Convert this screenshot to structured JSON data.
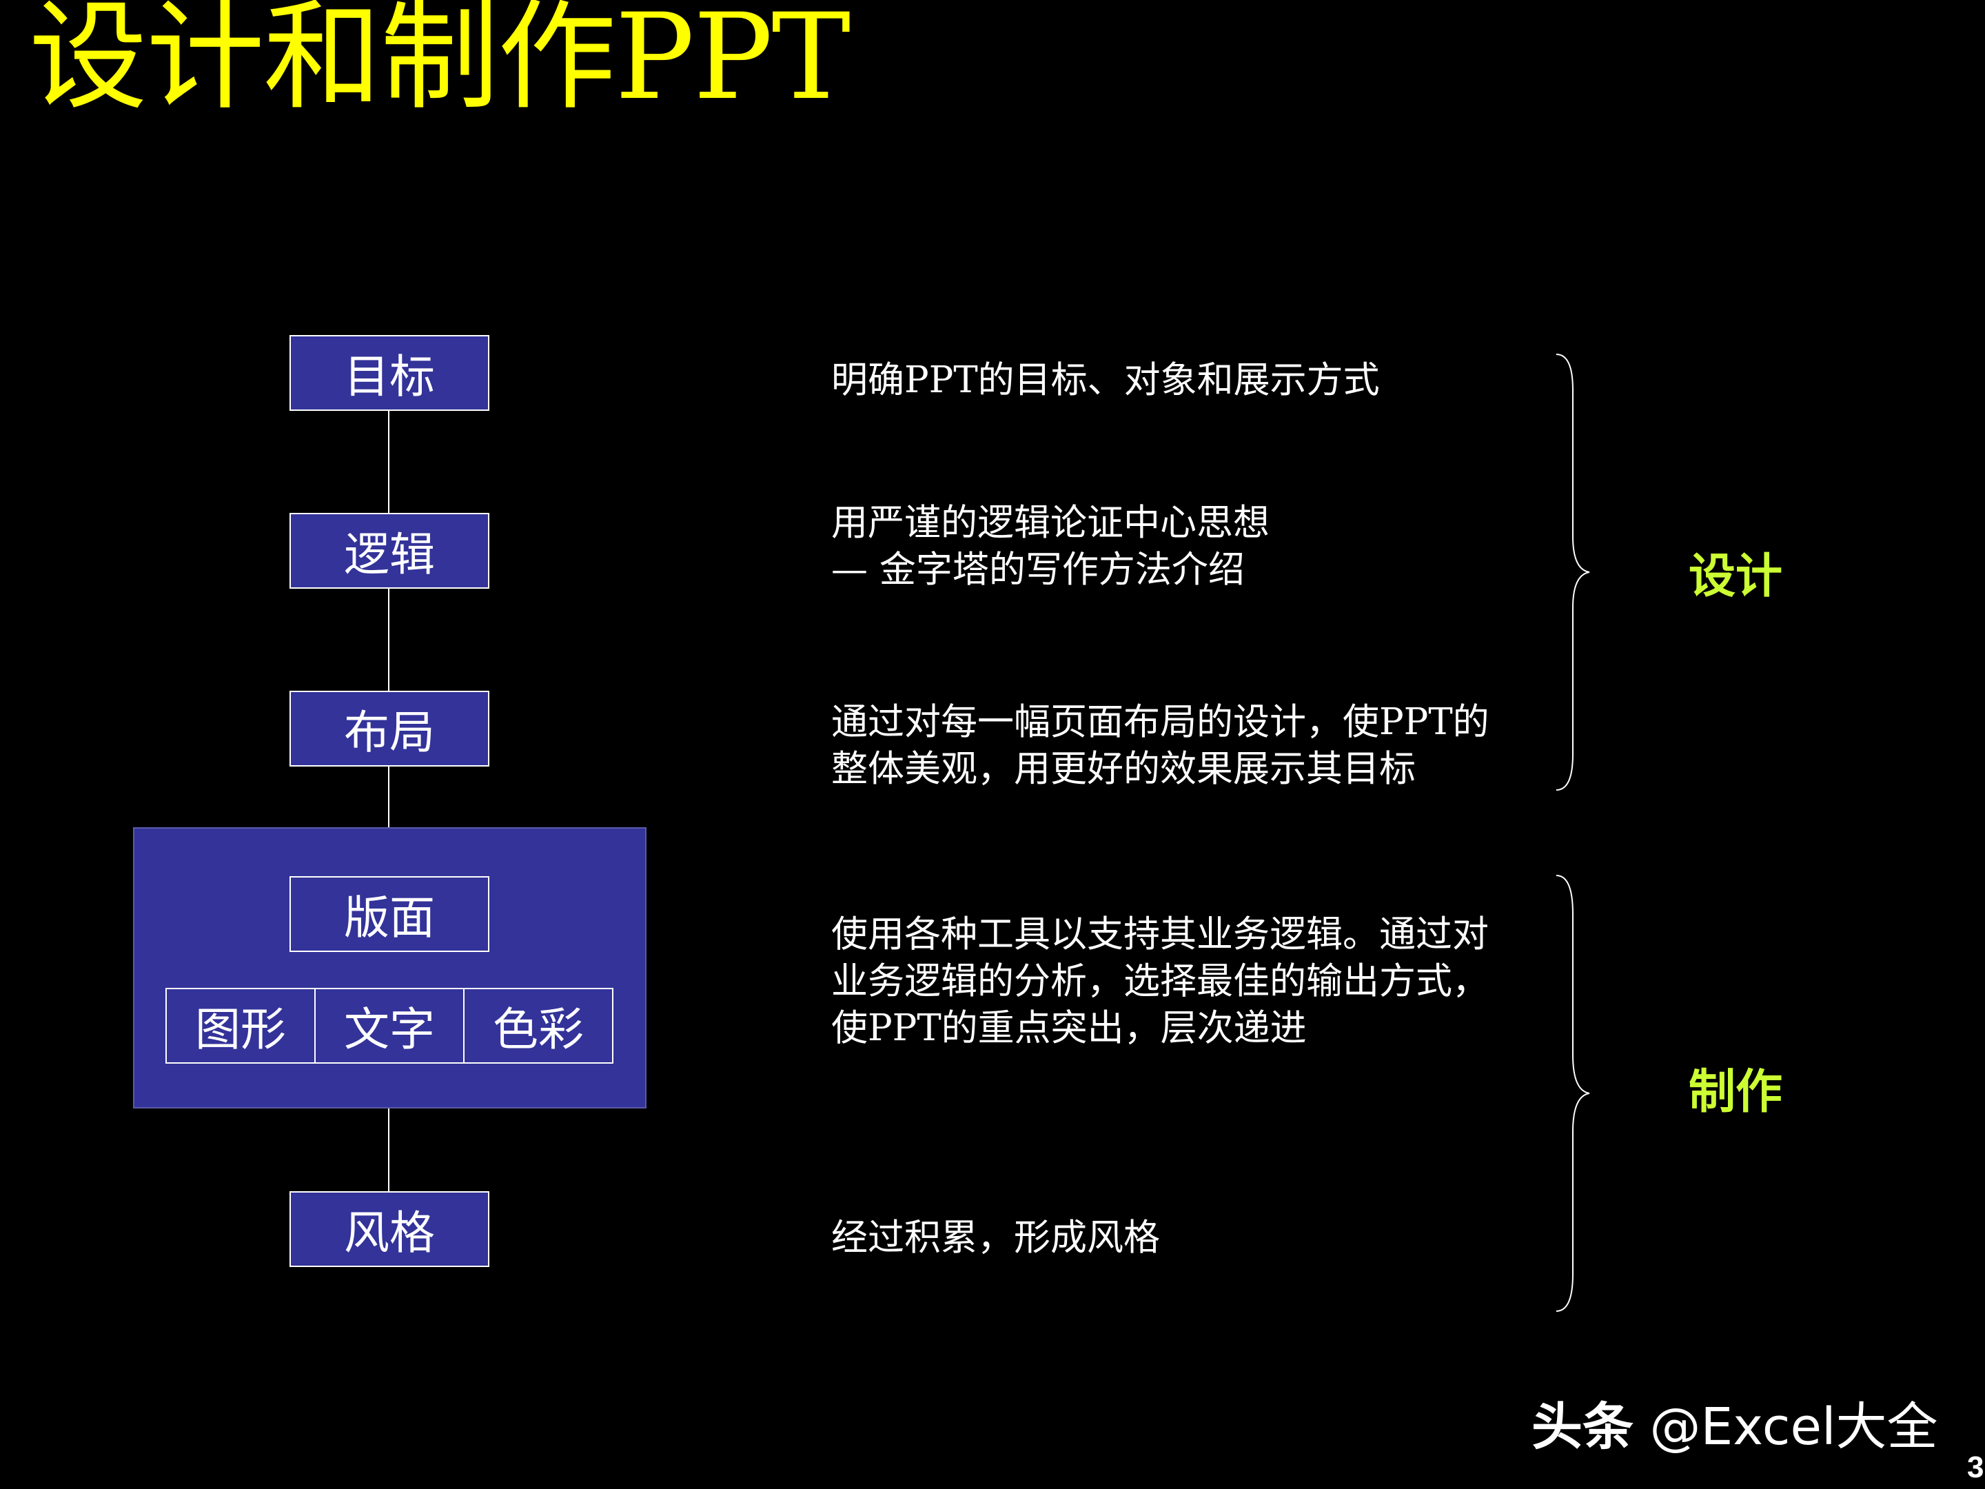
{
  "title": "设计和制作PPT",
  "flow": {
    "boxes": {
      "goal": "目标",
      "logic": "逻辑",
      "layout": "布局",
      "page": "版面",
      "style": "风格"
    },
    "sub_boxes": [
      "图形",
      "文字",
      "色彩"
    ]
  },
  "descriptions": {
    "goal": [
      "明确PPT的目标、对象和展示方式"
    ],
    "logic": [
      "用严谨的逻辑论证中心思想",
      "— 金字塔的写作方法介绍"
    ],
    "layout": [
      "通过对每一幅页面布局的设计，使PPT的",
      "整体美观，用更好的效果展示其目标"
    ],
    "page": [
      "使用各种工具以支持其业务逻辑。通过对",
      "业务逻辑的分析，选择最佳的输出方式，",
      "使PPT的重点突出，层次递进"
    ],
    "style": [
      "经过积累，形成风格"
    ]
  },
  "phases": {
    "design": "设计",
    "production": "制作"
  },
  "watermark": {
    "brand": "头条",
    "handle": "@Excel大全"
  },
  "page_number": "3",
  "colors": {
    "background": "#000000",
    "title": "#FFFF00",
    "box_fill": "#333399",
    "phase_label": "#CCFF33",
    "text": "#FFFFFF"
  }
}
